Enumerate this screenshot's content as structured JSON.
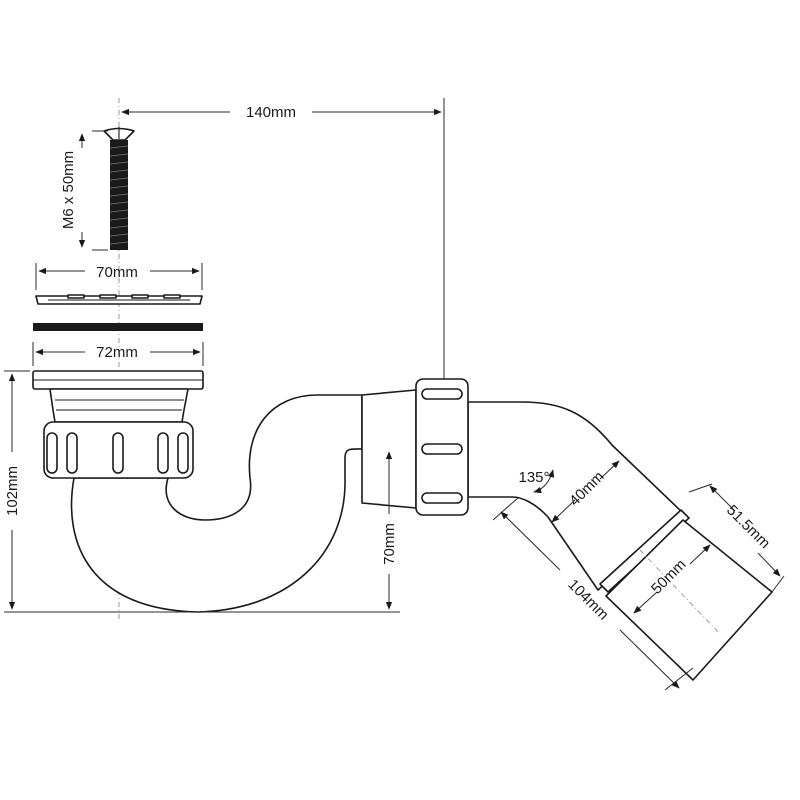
{
  "labels": {
    "width_140": "140mm",
    "screw": "M6 x 50mm",
    "grate_70": "70mm",
    "flange_72": "72mm",
    "height_102": "102mm",
    "depth_70": "70mm",
    "angle_135": "135°",
    "outlet_40": "40mm",
    "outlet_51_5": "51.5mm",
    "outlet_50": "50mm",
    "outlet_104": "104mm"
  },
  "colors": {
    "line": "#1a1a1a",
    "centerline": "#9a9a9a",
    "background": "#ffffff"
  }
}
